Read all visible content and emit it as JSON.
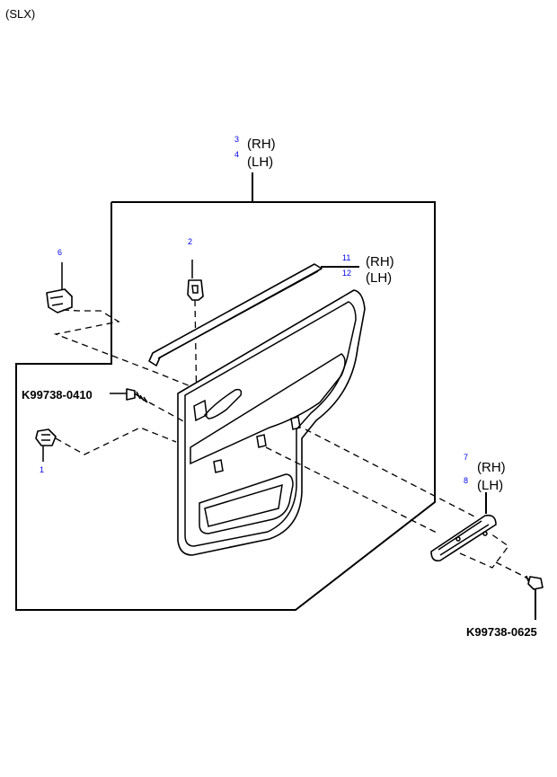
{
  "variant": "(SLX)",
  "callouts": {
    "panel": {
      "rh_no": "3",
      "lh_no": "4",
      "rh": "(RH)",
      "lh": "(LH)"
    },
    "clip_top": {
      "no": "2"
    },
    "fastener_left": {
      "no": "6"
    },
    "weatherstrip": {
      "rh_no": "11",
      "lh_no": "12",
      "rh": "(RH)",
      "lh": "(LH)"
    },
    "screw_a": {
      "code": "K99738-0410"
    },
    "grommet": {
      "no": "1"
    },
    "armrest_bracket": {
      "rh_no": "7",
      "lh_no": "8",
      "rh": "(RH)",
      "lh": "(LH)"
    },
    "screw_b": {
      "code": "K99738-0625"
    }
  }
}
